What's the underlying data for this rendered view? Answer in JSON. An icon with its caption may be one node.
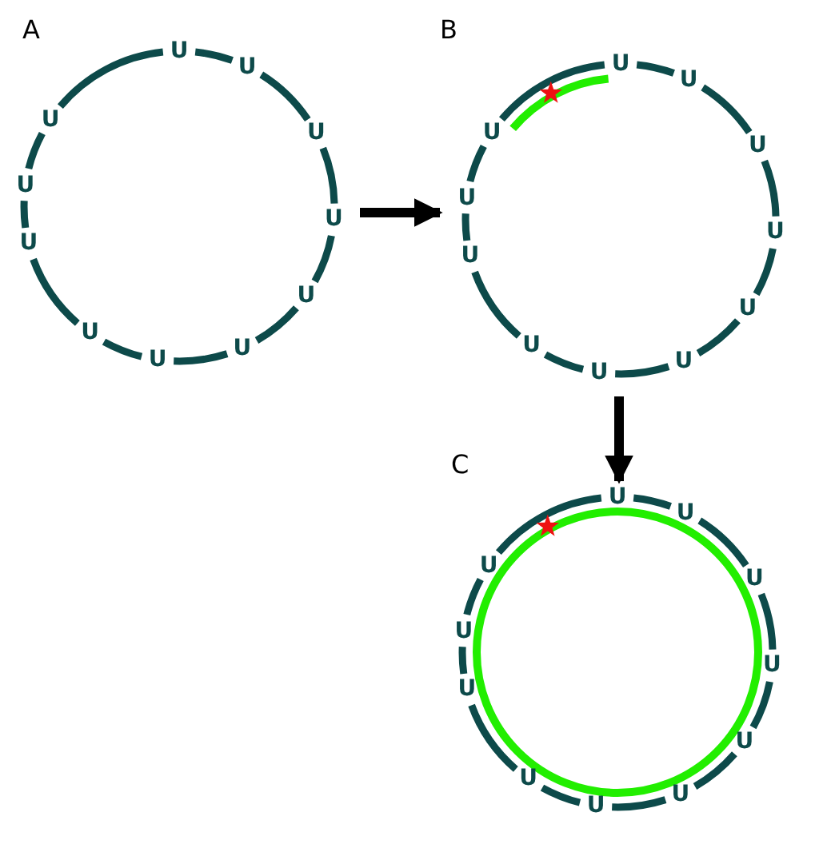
{
  "diagram": {
    "nodes": [
      {
        "text": [
          "U",
          "U",
          "U",
          "U",
          "U",
          "U",
          "U",
          "U",
          "U",
          "U",
          "U"
        ],
        "beside": [
          "A"
        ]
      },
      {
        "text": [
          "U",
          "U",
          "U",
          "U",
          "U",
          "U",
          "U",
          "U",
          "U",
          "U",
          "U"
        ],
        "beside": [
          "B"
        ]
      },
      {
        "text": [
          "U",
          "U",
          "U",
          "U",
          "U",
          "U",
          "U",
          "U",
          "U",
          "U",
          "U"
        ],
        "beside": [
          "C"
        ]
      }
    ],
    "edges": [
      {
        "from": 0,
        "to": 1,
        "arrow": "to"
      },
      {
        "from": 1,
        "to": 2,
        "arrow": "to"
      }
    ]
  }
}
